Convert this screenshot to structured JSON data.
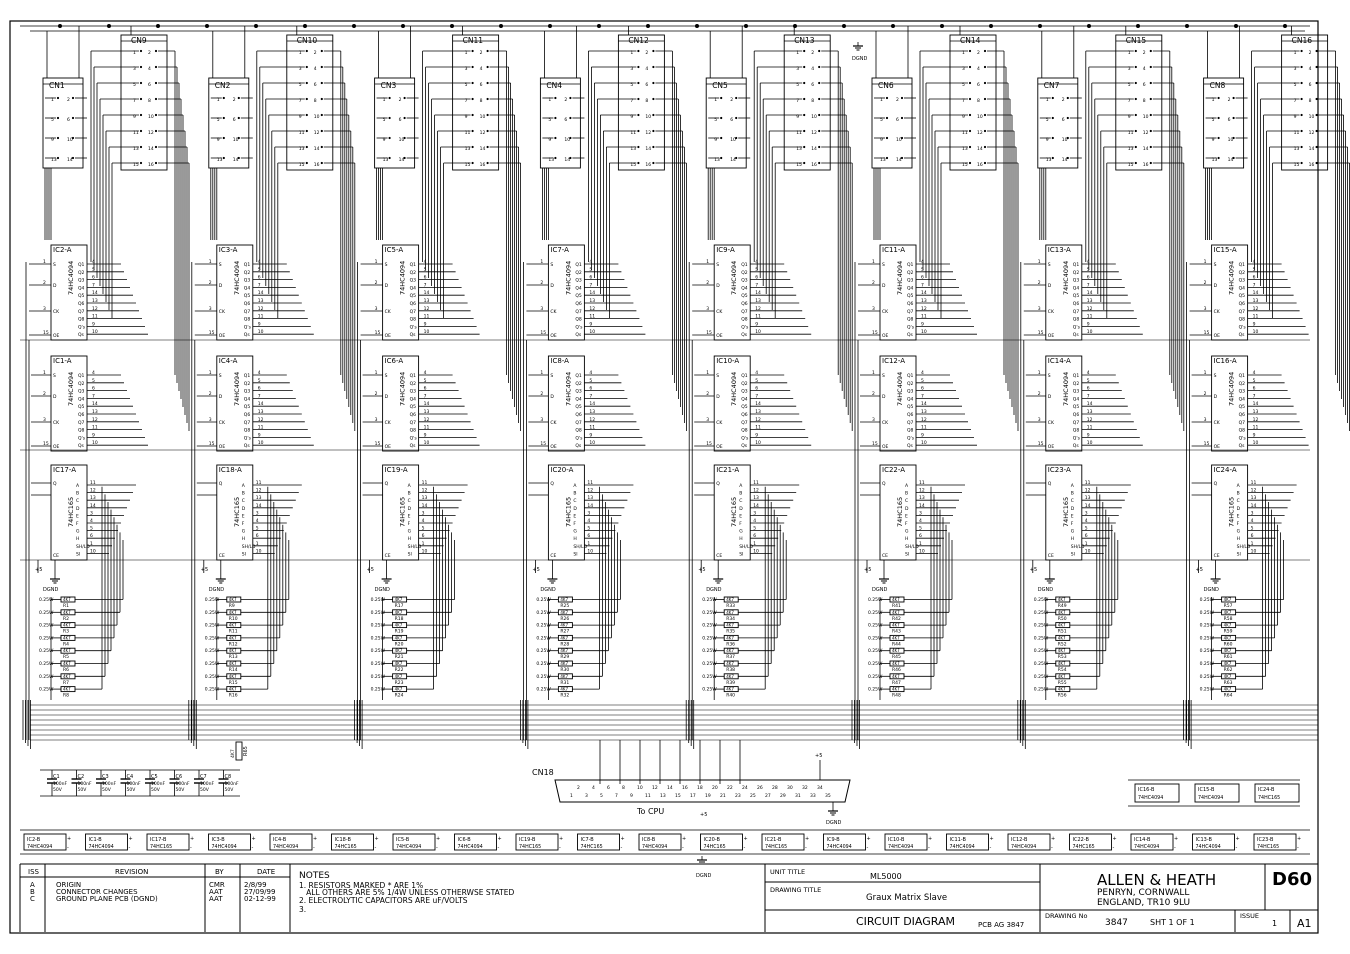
{
  "header_connectors": [
    "CN9",
    "CN10",
    "CN11",
    "CN12",
    "CN13",
    "CN14",
    "CN15",
    "CN16"
  ],
  "column_connectors": [
    "CN1",
    "CN2",
    "CN3",
    "CN4",
    "CN5",
    "CN6",
    "CN7",
    "CN8"
  ],
  "connector_pins_header": [
    "1",
    "3",
    "5",
    "7",
    "9",
    "11",
    "13",
    "15"
  ],
  "connector_pins_header_b": [
    "2",
    "4",
    "6",
    "8",
    "10",
    "12",
    "14",
    "16"
  ],
  "connector_pins_column": [
    "1",
    "3",
    "5",
    "7",
    "9",
    "11",
    "13",
    "15"
  ],
  "connector_pins_column_b": [
    "2",
    "4",
    "6",
    "8",
    "10",
    "12",
    "14",
    "16"
  ],
  "columns": [
    {
      "shift_top": "IC2-A",
      "shift_mid": "IC1-A",
      "loader": "IC17-A",
      "resistors": [
        "R1",
        "R2",
        "R3",
        "R4",
        "R5",
        "R6",
        "R7",
        "R8"
      ]
    },
    {
      "shift_top": "IC3-A",
      "shift_mid": "IC4-A",
      "loader": "IC18-A",
      "resistors": [
        "R9",
        "R10",
        "R11",
        "R12",
        "R13",
        "R14",
        "R15",
        "R16"
      ]
    },
    {
      "shift_top": "IC5-A",
      "shift_mid": "IC6-A",
      "loader": "IC19-A",
      "resistors": [
        "R17",
        "R18",
        "R19",
        "R20",
        "R21",
        "R22",
        "R23",
        "R24"
      ]
    },
    {
      "shift_top": "IC7-A",
      "shift_mid": "IC8-A",
      "loader": "IC20-A",
      "resistors": [
        "R25",
        "R26",
        "R27",
        "R28",
        "R29",
        "R30",
        "R31",
        "R32"
      ]
    },
    {
      "shift_top": "IC9-A",
      "shift_mid": "IC10-A",
      "loader": "IC21-A",
      "resistors": [
        "R33",
        "R34",
        "R35",
        "R36",
        "R37",
        "R38",
        "R39",
        "R40"
      ]
    },
    {
      "shift_top": "IC11-A",
      "shift_mid": "IC12-A",
      "loader": "IC22-A",
      "resistors": [
        "R41",
        "R42",
        "R43",
        "R44",
        "R45",
        "R46",
        "R47",
        "R48"
      ]
    },
    {
      "shift_top": "IC13-A",
      "shift_mid": "IC14-A",
      "loader": "IC23-A",
      "resistors": [
        "R49",
        "R50",
        "R51",
        "R52",
        "R53",
        "R54",
        "R55",
        "R56"
      ]
    },
    {
      "shift_top": "IC15-A",
      "shift_mid": "IC16-A",
      "loader": "IC24-A",
      "resistors": [
        "R57",
        "R58",
        "R59",
        "R60",
        "R61",
        "R62",
        "R63",
        "R64"
      ]
    }
  ],
  "part_4094": "74HC4094",
  "part_165": "74HC165",
  "shift_pins_left": [
    "S",
    "D",
    "CK",
    "OE"
  ],
  "shift_pins_right": [
    "Q1",
    "Q2",
    "Q3",
    "Q4",
    "Q5",
    "Q6",
    "Q7",
    "Q8",
    "Q's",
    "Qs"
  ],
  "shift_pin_nums_right": [
    "4",
    "5",
    "6",
    "7",
    "14",
    "13",
    "12",
    "11",
    "9",
    "10"
  ],
  "shift_pin_nums_left": [
    "1",
    "2",
    "3",
    "15"
  ],
  "loader_pins_right": [
    "A",
    "B",
    "C",
    "D",
    "E",
    "F",
    "G",
    "H",
    "SH/LD",
    "SI"
  ],
  "loader_pin_nums_right": [
    "11",
    "12",
    "13",
    "14",
    "3",
    "4",
    "5",
    "6",
    "1",
    "10"
  ],
  "loader_label_ce": "CE",
  "loader_label_qh": "Q",
  "resistor_value": "4K7",
  "resistor_power": "0.25W",
  "ground_label": "DGND",
  "top_ground_label": "DGND",
  "capacitors": [
    {
      "name": "C1",
      "value": "100nF",
      "voltage": "50V"
    },
    {
      "name": "C2",
      "value": "100nF",
      "voltage": "50V"
    },
    {
      "name": "C3",
      "value": "100nF",
      "voltage": "50V"
    },
    {
      "name": "C4",
      "value": "100nF",
      "voltage": "50V"
    },
    {
      "name": "C5",
      "value": "100nF",
      "voltage": "50V"
    },
    {
      "name": "C6",
      "value": "100nF",
      "voltage": "50V"
    },
    {
      "name": "C7",
      "value": "100nF",
      "voltage": "50V"
    },
    {
      "name": "C8",
      "value": "100nF",
      "voltage": "50V"
    }
  ],
  "pullup_resistor": {
    "name": "R65",
    "value": "4K7"
  },
  "plus5": "+5",
  "cpu_connector": {
    "name": "CN18",
    "label": "To CPU",
    "pins": [
      "1",
      "3",
      "5",
      "7",
      "9",
      "11",
      "13",
      "15",
      "17",
      "19",
      "21",
      "23",
      "25",
      "27",
      "29",
      "31",
      "33",
      "35"
    ],
    "pins_b": [
      "2",
      "4",
      "6",
      "8",
      "10",
      "12",
      "14",
      "16",
      "18",
      "20",
      "22",
      "24",
      "26",
      "28",
      "30",
      "32",
      "34"
    ],
    "ground": "DGND"
  },
  "power_blocks_row": [
    {
      "ref": "IC2-B",
      "part": "74HC4094"
    },
    {
      "ref": "IC1-B",
      "part": "74HC4094"
    },
    {
      "ref": "IC17-B",
      "part": "74HC165"
    },
    {
      "ref": "IC3-B",
      "part": "74HC4094"
    },
    {
      "ref": "IC4-B",
      "part": "74HC4094"
    },
    {
      "ref": "IC18-B",
      "part": "74HC165"
    },
    {
      "ref": "IC5-B",
      "part": "74HC4094"
    },
    {
      "ref": "IC6-B",
      "part": "74HC4094"
    },
    {
      "ref": "IC19-B",
      "part": "74HC165"
    },
    {
      "ref": "IC7-B",
      "part": "74HC165"
    },
    {
      "ref": "IC8-B",
      "part": "74HC4094"
    },
    {
      "ref": "IC20-B",
      "part": "74HC165"
    },
    {
      "ref": "IC21-B",
      "part": "74HC165"
    },
    {
      "ref": "IC9-B",
      "part": "74HC4094"
    },
    {
      "ref": "IC10-B",
      "part": "74HC4094"
    },
    {
      "ref": "IC11-B",
      "part": "74HC4094"
    },
    {
      "ref": "IC12-B",
      "part": "74HC4094"
    },
    {
      "ref": "IC22-B",
      "part": "74HC165"
    },
    {
      "ref": "IC14-B",
      "part": "74HC4094"
    },
    {
      "ref": "IC13-B",
      "part": "74HC4094"
    },
    {
      "ref": "IC23-B",
      "part": "74HC165"
    }
  ],
  "power_blocks_extra": [
    {
      "ref": "IC16-B",
      "part": "74HC4094"
    },
    {
      "ref": "IC15-B",
      "part": "74HC4094"
    },
    {
      "ref": "IC24-B",
      "part": "74HC165"
    }
  ],
  "bottom_ground": "DGND",
  "title_block": {
    "col_iss": "ISS",
    "col_revision": "REVISION",
    "col_by": "BY",
    "col_date": "DATE",
    "revisions": [
      {
        "iss": "A",
        "text": "ORIGIN",
        "by": "CMR",
        "date": "2/8/99"
      },
      {
        "iss": "B",
        "text": "CONNECTOR CHANGES",
        "by": "AAT",
        "date": "27/09/99"
      },
      {
        "iss": "C",
        "text": "GROUND PLANE PCB (DGND)",
        "by": "AAT",
        "date": "02-12-99"
      }
    ],
    "notes_title": "NOTES",
    "notes": [
      "1. RESISTORS MARKED * ARE 1%",
      "   ALL OTHERS ARE 5% 1/4W UNLESS OTHERWSE STATED",
      "2. ELECTROLYTIC CAPACITORS ARE uF/VOLTS",
      "3."
    ],
    "unit_title_label": "UNIT TITLE",
    "unit_title": "ML5000",
    "drawing_title_label": "DRAWING TITLE",
    "drawing_title": "Graux Matrix Slave",
    "diagram_type": "CIRCUIT DIAGRAM",
    "pcb": "PCB AG 3847",
    "company": "ALLEN & HEATH",
    "address_1": "PENRYN, CORNWALL",
    "address_2": "ENGLAND, TR10 9LU",
    "drawing_code": "D60",
    "drawing_no_label": "DRAWING No",
    "drawing_no": "3847",
    "sheet": "SHT 1 OF 1",
    "issue_label": "ISSUE",
    "issue": "1",
    "size": "A1"
  }
}
